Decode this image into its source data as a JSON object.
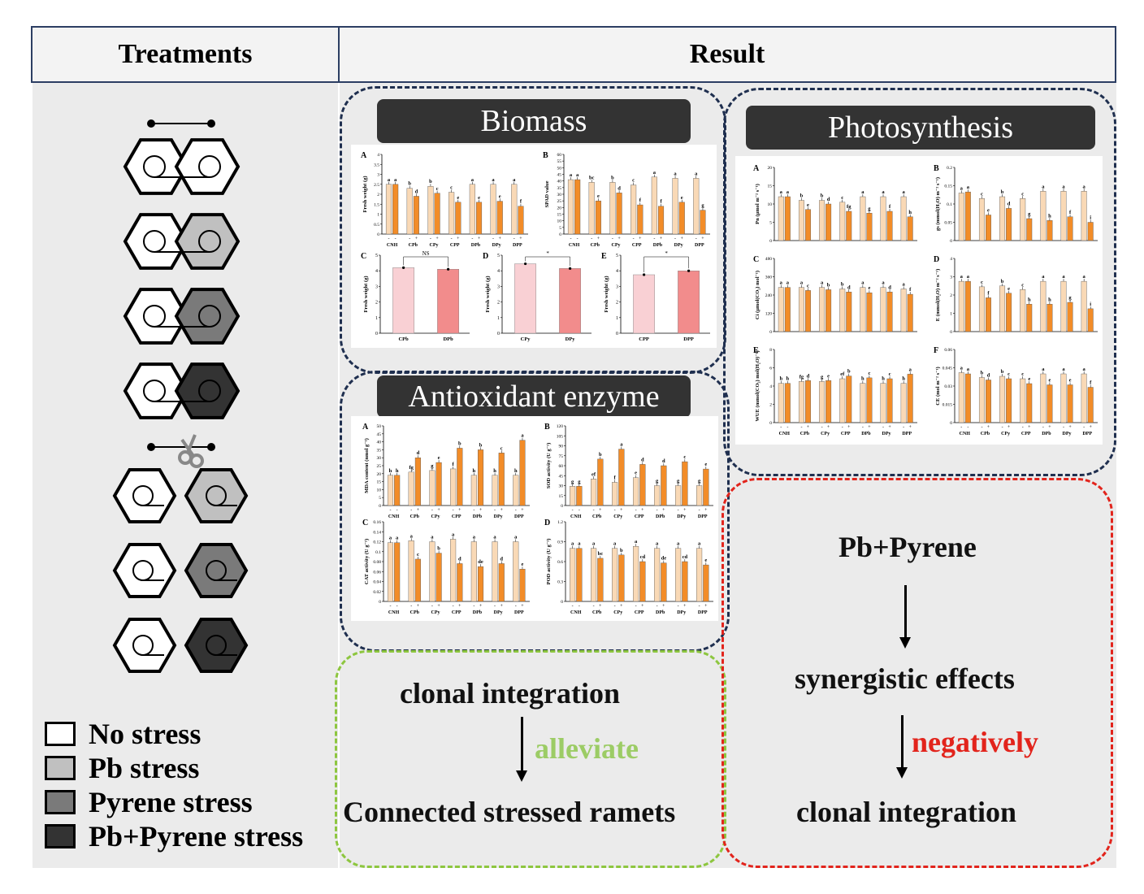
{
  "header": {
    "left": "Treatments",
    "right": "Result"
  },
  "sections": {
    "biomass": "Biomass",
    "photosynthesis": "Photosynthesis",
    "antioxidant": "Antioxidant enzyme"
  },
  "green_box": {
    "top": "clonal integration",
    "verb": "alleviate",
    "bottom": "Connected stressed ramets",
    "verb_color": "#9ccc65",
    "border_color": "#8dc63f"
  },
  "red_box": {
    "top": "Pb+Pyrene",
    "middle": "synergistic effects",
    "verb": "negatively",
    "bottom": "clonal integration",
    "verb_color": "#e2241c",
    "border_color": "#e2241c"
  },
  "legend": [
    {
      "label": "No stress",
      "color": "#ffffff"
    },
    {
      "label": "Pb stress",
      "color": "#c0c0c0"
    },
    {
      "label": "Pyrene stress",
      "color": "#7a7a7a"
    },
    {
      "label": "Pb+Pyrene stress",
      "color": "#333333"
    }
  ],
  "colors": {
    "light_bar": "#f9d9b6",
    "dark_bar": "#f28c28",
    "pink_light": "#f9d0d4",
    "pink_dark": "#f28c8c",
    "navy_dash": "#1f2f4f"
  },
  "treatments_x": [
    "CNH",
    "CPb",
    "CPy",
    "CPP",
    "DPb",
    "DPy",
    "DPP"
  ],
  "charts": {
    "biomass_A": {
      "panel": "A",
      "ylabel": "Fresh weight (g)",
      "ymax": 4,
      "ticks": [
        0,
        0.5,
        1,
        1.5,
        2,
        2.5,
        3,
        3.5,
        4
      ],
      "light": [
        2.5,
        2.3,
        2.4,
        2.1,
        2.5,
        2.5,
        2.5
      ],
      "dark": [
        2.5,
        1.9,
        2.05,
        1.6,
        1.6,
        1.65,
        1.4
      ],
      "labels_light": [
        "a",
        "b",
        "b",
        "c",
        "a",
        "a",
        "a"
      ],
      "labels_dark": [
        "a",
        "d",
        "c",
        "e",
        "e",
        "e",
        "f"
      ]
    },
    "biomass_B": {
      "panel": "B",
      "ylabel": "SPAD value",
      "ymax": 60,
      "ticks": [
        0,
        5,
        10,
        15,
        20,
        25,
        30,
        35,
        40,
        45,
        50,
        55,
        60
      ],
      "light": [
        41,
        39,
        39,
        37,
        43,
        42,
        42
      ],
      "dark": [
        41,
        25,
        31,
        22,
        21,
        24,
        18
      ],
      "labels_light": [
        "a",
        "bc",
        "b",
        "c",
        "a",
        "a",
        "a"
      ],
      "labels_dark": [
        "a",
        "e",
        "d",
        "f",
        "f",
        "e",
        "g"
      ]
    },
    "biomass_C": {
      "panel": "C",
      "ylabel": "Fresh weight (g)",
      "ymax": 5,
      "ticks": [
        0,
        1,
        2,
        3,
        4,
        5
      ],
      "cats": [
        "CPb",
        "DPb"
      ],
      "values": [
        4.2,
        4.1
      ],
      "sig": "NS"
    },
    "biomass_D": {
      "panel": "D",
      "ylabel": "Fresh weight (g)",
      "ymax": 5,
      "ticks": [
        0,
        1,
        2,
        3,
        4,
        5
      ],
      "cats": [
        "CPy",
        "DPy"
      ],
      "values": [
        4.45,
        4.15
      ],
      "sig": "*"
    },
    "biomass_E": {
      "panel": "E",
      "ylabel": "Fresh weight (g)",
      "ymax": 5,
      "ticks": [
        0,
        1,
        2,
        3,
        4,
        5
      ],
      "cats": [
        "CPP",
        "DPP"
      ],
      "values": [
        3.75,
        4.0
      ],
      "sig": "*"
    },
    "photo_A": {
      "panel": "A",
      "ylabel": "Pn (μmol m⁻² s⁻¹)",
      "ymax": 20,
      "ticks": [
        0,
        5,
        10,
        15,
        20
      ],
      "light": [
        12,
        11,
        11,
        10.5,
        12,
        12,
        12
      ],
      "dark": [
        12,
        8.5,
        10,
        8,
        7.5,
        8,
        6.5
      ],
      "labels_light": [
        "a",
        "b",
        "b",
        "c",
        "a",
        "a",
        "a"
      ],
      "labels_dark": [
        "a",
        "e",
        "d",
        "fg",
        "g",
        "f",
        "h"
      ]
    },
    "photo_B": {
      "panel": "B",
      "ylabel": "gs (mmol(H₂O) m⁻² s⁻¹)",
      "ymax": 0.2,
      "ticks": [
        0,
        0.05,
        0.1,
        0.15,
        0.2
      ],
      "light": [
        0.13,
        0.115,
        0.12,
        0.115,
        0.135,
        0.135,
        0.135
      ],
      "dark": [
        0.133,
        0.07,
        0.088,
        0.06,
        0.055,
        0.065,
        0.05
      ],
      "labels_light": [
        "a",
        "c",
        "b",
        "c",
        "a",
        "a",
        "a"
      ],
      "labels_dark": [
        "a",
        "e",
        "d",
        "g",
        "h",
        "f",
        "i"
      ]
    },
    "photo_C": {
      "panel": "C",
      "ylabel": "Ci (μmol(CO₂) mol⁻¹)",
      "ymax": 480,
      "ticks": [
        0,
        120,
        240,
        360,
        480
      ],
      "light": [
        290,
        290,
        290,
        280,
        290,
        290,
        280
      ],
      "dark": [
        290,
        270,
        275,
        260,
        255,
        260,
        245
      ],
      "labels_light": [
        "a",
        "a",
        "a",
        "b",
        "a",
        "a",
        "a"
      ],
      "labels_dark": [
        "a",
        "c",
        "b",
        "d",
        "e",
        "d",
        "f"
      ]
    },
    "photo_D": {
      "panel": "D",
      "ylabel": "E (mmol(H₂O) m⁻² s⁻¹)",
      "ymax": 4,
      "ticks": [
        0,
        1,
        2,
        3,
        4
      ],
      "light": [
        2.75,
        2.45,
        2.5,
        2.3,
        2.75,
        2.75,
        2.75
      ],
      "dark": [
        2.75,
        1.85,
        2.1,
        1.5,
        1.5,
        1.6,
        1.25
      ],
      "labels_light": [
        "a",
        "c",
        "b",
        "c",
        "a",
        "a",
        "a"
      ],
      "labels_dark": [
        "a",
        "f",
        "e",
        "h",
        "h",
        "g",
        "i"
      ]
    },
    "photo_E": {
      "panel": "E",
      "ylabel": "WUE (mmol(CO₂) mol(H₂O)⁻¹)",
      "ymax": 8,
      "ticks": [
        0,
        2,
        4,
        6,
        8
      ],
      "light": [
        4.3,
        4.5,
        4.5,
        4.8,
        4.3,
        4.3,
        4.3
      ],
      "dark": [
        4.3,
        4.6,
        4.6,
        5.1,
        4.9,
        4.8,
        5.3
      ],
      "labels_light": [
        "h",
        "fg",
        "g",
        "ef",
        "h",
        "h",
        "h"
      ],
      "labels_dark": [
        "h",
        "d",
        "e",
        "b",
        "c",
        "c",
        "a"
      ]
    },
    "photo_F": {
      "panel": "F",
      "ylabel": "CE (mol m⁻² s⁻¹)",
      "ymax": 0.06,
      "ticks": [
        0,
        0.015,
        0.03,
        0.045,
        0.06
      ],
      "light": [
        0.041,
        0.037,
        0.038,
        0.036,
        0.04,
        0.04,
        0.04
      ],
      "dark": [
        0.04,
        0.035,
        0.036,
        0.032,
        0.031,
        0.031,
        0.029
      ],
      "labels_light": [
        "a",
        "b",
        "b",
        "c",
        "a",
        "a",
        "a"
      ],
      "labels_dark": [
        "a",
        "d",
        "c",
        "e",
        "e",
        "e",
        "f"
      ]
    },
    "anti_A": {
      "panel": "A",
      "ylabel": "MDA content (nmol g⁻¹)",
      "ymax": 50,
      "ticks": [
        0,
        5,
        10,
        15,
        20,
        25,
        30,
        35,
        40,
        45,
        50
      ],
      "light": [
        19,
        21,
        22,
        23,
        19,
        19,
        19
      ],
      "dark": [
        19,
        30,
        27,
        36,
        35,
        33,
        41
      ],
      "labels_light": [
        "h",
        "fg",
        "g",
        "f",
        "h",
        "h",
        "h"
      ],
      "labels_dark": [
        "h",
        "d",
        "e",
        "b",
        "b",
        "c",
        "a"
      ]
    },
    "anti_B": {
      "panel": "B",
      "ylabel": "SOD activity (U g⁻¹)",
      "ymax": 120,
      "ticks": [
        0,
        15,
        30,
        45,
        60,
        75,
        90,
        105,
        120
      ],
      "light": [
        29,
        40,
        35,
        42,
        30,
        30,
        30
      ],
      "dark": [
        29,
        70,
        85,
        62,
        60,
        66,
        55
      ],
      "labels_light": [
        "g",
        "ef",
        "f",
        "e",
        "g",
        "g",
        "g"
      ],
      "labels_dark": [
        "g",
        "b",
        "a",
        "d",
        "d",
        "c",
        "e"
      ]
    },
    "anti_C": {
      "panel": "C",
      "ylabel": "CAT activity (U g⁻¹)",
      "ymax": 0.16,
      "ticks": [
        0,
        0.02,
        0.04,
        0.06,
        0.08,
        0.1,
        0.12,
        0.14,
        0.16
      ],
      "light": [
        0.118,
        0.122,
        0.12,
        0.125,
        0.12,
        0.12,
        0.12
      ],
      "dark": [
        0.118,
        0.085,
        0.097,
        0.076,
        0.07,
        0.076,
        0.065
      ],
      "labels_light": [
        "a",
        "a",
        "a",
        "a",
        "a",
        "a",
        "a"
      ],
      "labels_dark": [
        "a",
        "c",
        "b",
        "d",
        "de",
        "d",
        "e"
      ]
    },
    "anti_D": {
      "panel": "D",
      "ylabel": "POD activity (U g⁻¹)",
      "ymax": 1.2,
      "ticks": [
        0,
        0.3,
        0.6,
        0.9,
        1.2
      ],
      "light": [
        0.8,
        0.8,
        0.8,
        0.83,
        0.8,
        0.8,
        0.8
      ],
      "dark": [
        0.8,
        0.65,
        0.7,
        0.6,
        0.58,
        0.6,
        0.55
      ],
      "labels_light": [
        "a",
        "a",
        "a",
        "a",
        "a",
        "a",
        "a"
      ],
      "labels_dark": [
        "a",
        "bc",
        "b",
        "cd",
        "de",
        "cd",
        "e"
      ]
    }
  }
}
